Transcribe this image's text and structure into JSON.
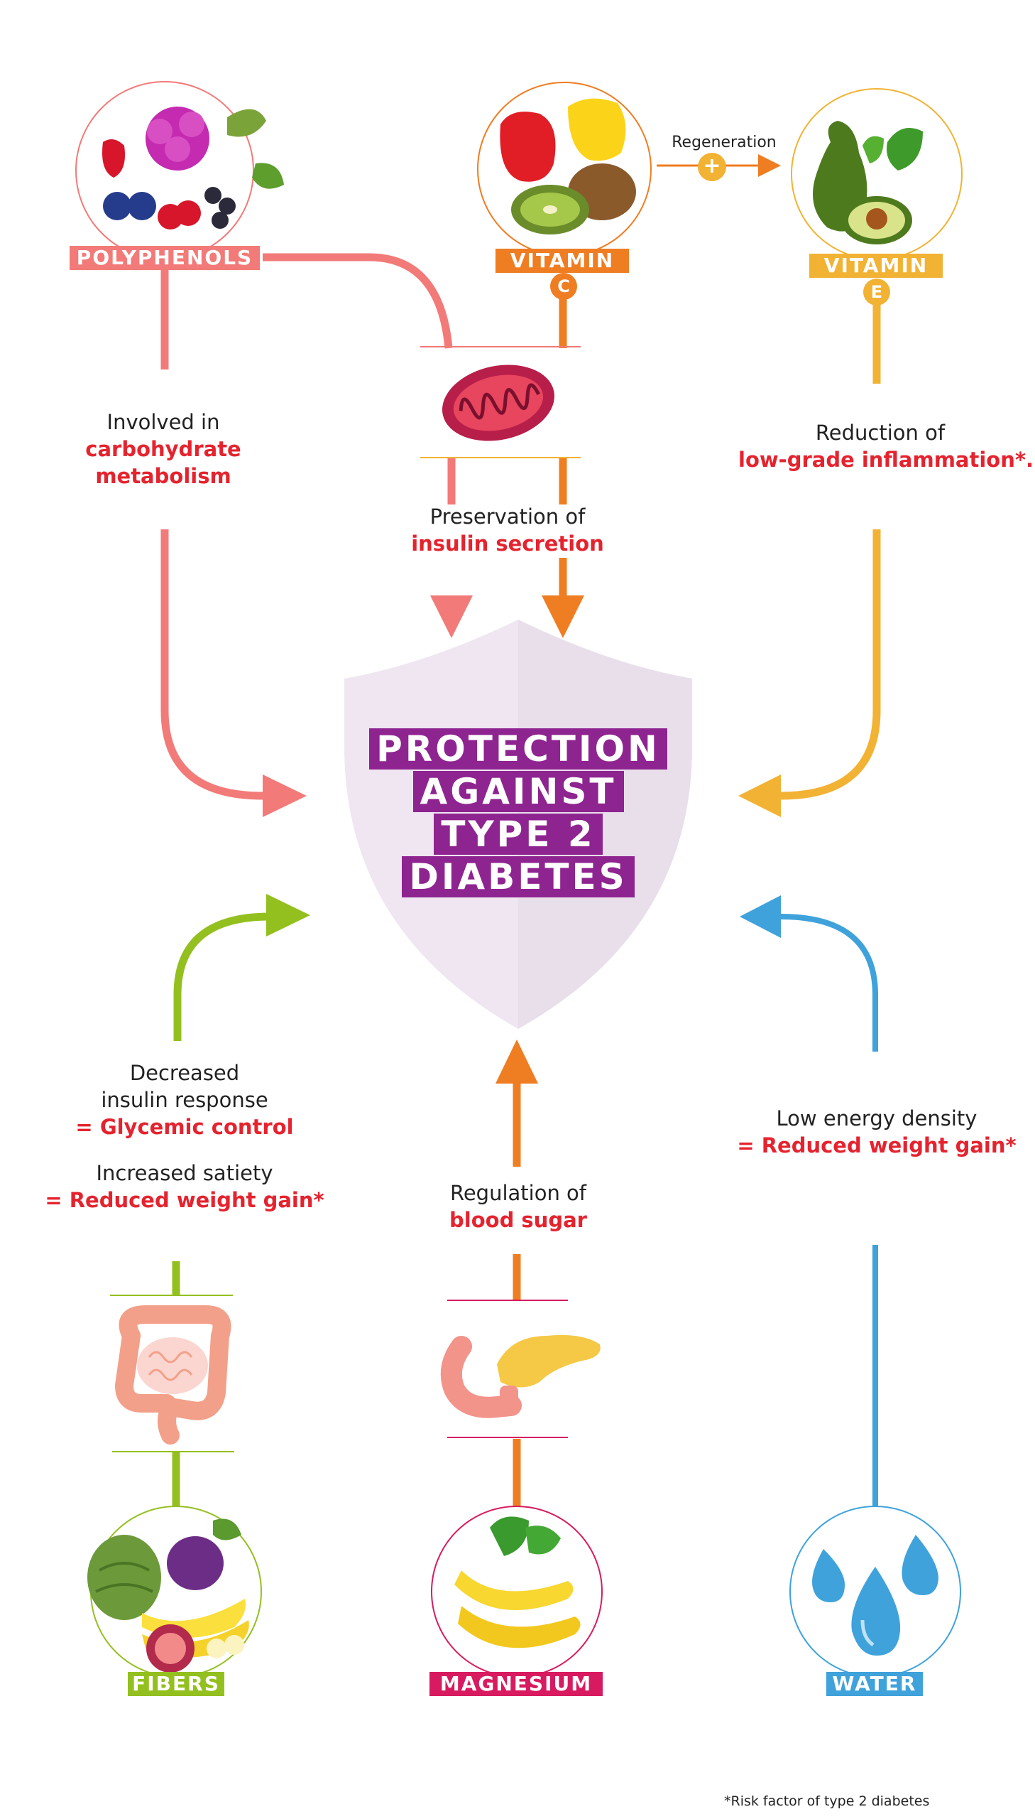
{
  "shield": {
    "lines": [
      "PROTECTION",
      "AGAINST",
      "TYPE 2",
      "DIABETES"
    ]
  },
  "nutrients": {
    "polyphenols": {
      "label": "POLYPHENOLS",
      "color": "#f27a78"
    },
    "vitamin_c": {
      "label": "VITAMIN",
      "badge": "C",
      "color": "#ef7d22"
    },
    "vitamin_e": {
      "label": "VITAMIN",
      "badge": "E",
      "color": "#f2b233"
    },
    "fibers": {
      "label": "FIBERS",
      "color": "#93c01f"
    },
    "magnesium": {
      "label": "MAGNESIUM",
      "color": "#d81b60"
    },
    "water": {
      "label": "WATER",
      "color": "#3fa2db"
    }
  },
  "regeneration": {
    "label": "Regeneration",
    "symbol": "+"
  },
  "effects": {
    "polyphenols": {
      "line1": "Involved in",
      "line2": "carbohydrate",
      "line3": "metabolism"
    },
    "insulin": {
      "line1": "Preservation of",
      "line2": "insulin secretion"
    },
    "vitamin_e": {
      "line1": "Reduction of",
      "line2": "low-grade inflammation*."
    },
    "fibers_a": {
      "line1": "Decreased",
      "line2": "insulin response",
      "line3": "= Glycemic control"
    },
    "fibers_b": {
      "line1": "Increased satiety",
      "line2": "= Reduced weight gain*"
    },
    "magnesium": {
      "line1": "Regulation of",
      "line2": "blood sugar"
    },
    "water": {
      "line1": "Low energy density",
      "line2": "= Reduced weight gain*"
    }
  },
  "footnote": "*Risk factor of type 2 diabetes",
  "colors": {
    "shield_fill": "#ede3ee",
    "title_bg": "#8e2490",
    "highlight_text": "#e5232e"
  }
}
